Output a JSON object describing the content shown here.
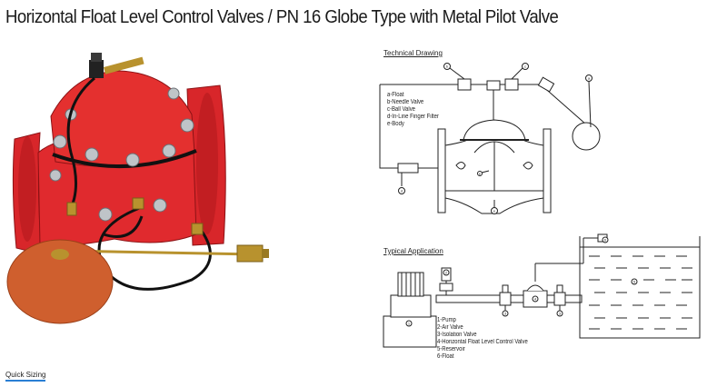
{
  "page": {
    "title": "Horizontal Float Level Control Valves / PN 16 Globe Type with Metal Pilot Valve"
  },
  "technical_drawing": {
    "heading": "Technical Drawing",
    "legend": [
      "a-Float",
      "b-Needle Valve",
      "c-Ball Valve",
      "d-In-Line Finger Filter",
      "e-Body"
    ],
    "callouts": [
      "d",
      "b",
      "c",
      "a",
      "e",
      "e"
    ]
  },
  "typical_application": {
    "heading": "Typical Application",
    "legend": [
      "1-Pump",
      "2-Air Valve",
      "3-Isolation Valve",
      "4-Horizontal Float Level Control Valve",
      "5-Reservoir",
      "6-Float"
    ],
    "callouts": [
      "1",
      "2",
      "3",
      "4",
      "3",
      "5",
      "6"
    ]
  },
  "footer": {
    "quick_sizing_label": "Quick Sizing"
  },
  "colors": {
    "valve_red": "#d8262a",
    "float_orange": "#cf5f2e",
    "brass": "#b8922e",
    "accent_blue": "#2a7fd4",
    "line": "#222222"
  }
}
